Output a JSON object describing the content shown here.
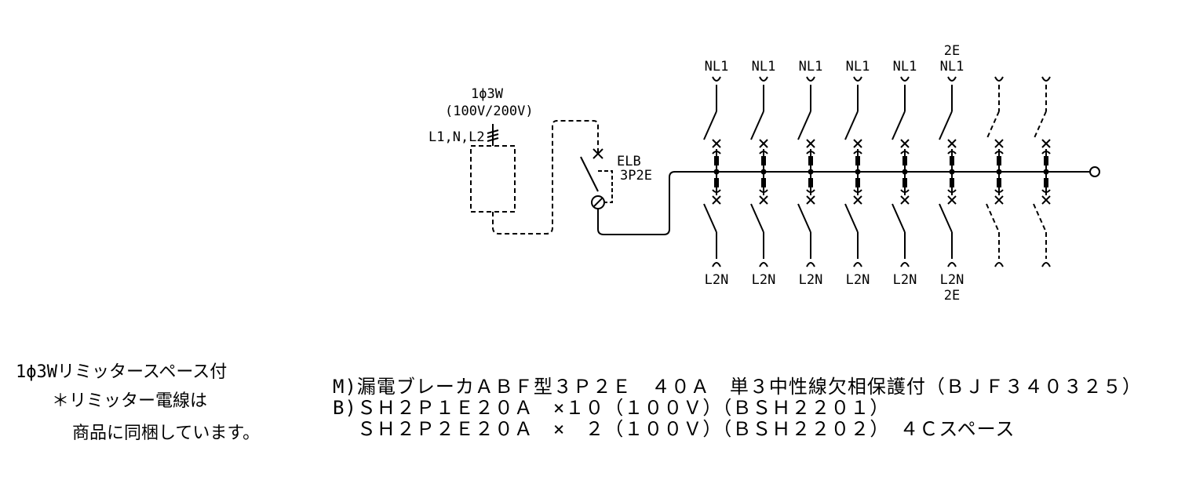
{
  "supply": {
    "phase_label": "1ϕ3W",
    "voltage_label": "(100V/200V)",
    "conductors_label": "L1,N,L2"
  },
  "main_breaker": {
    "type_label": "ELB",
    "poles_label": "3P2E"
  },
  "branches": [
    {
      "top": "NL1",
      "top2": "",
      "bottom": "L2N",
      "bottom2": "",
      "spare": false
    },
    {
      "top": "NL1",
      "top2": "",
      "bottom": "L2N",
      "bottom2": "",
      "spare": false
    },
    {
      "top": "NL1",
      "top2": "",
      "bottom": "L2N",
      "bottom2": "",
      "spare": false
    },
    {
      "top": "NL1",
      "top2": "",
      "bottom": "L2N",
      "bottom2": "",
      "spare": false
    },
    {
      "top": "NL1",
      "top2": "",
      "bottom": "L2N",
      "bottom2": "",
      "spare": false
    },
    {
      "top": "NL1",
      "top2": "2E",
      "bottom": "L2N",
      "bottom2": "2E",
      "spare": false
    },
    {
      "top": "",
      "top2": "",
      "bottom": "",
      "bottom2": "",
      "spare": true
    },
    {
      "top": "",
      "top2": "",
      "bottom": "",
      "bottom2": "",
      "spare": true
    }
  ],
  "notes": {
    "line1": "1ϕ3Wリミッタースペース付",
    "line2": "＊リミッター電線は",
    "line3": "商品に同梱しています。"
  },
  "specs": {
    "line1": "M)漏電ブレーカＡＢＦ型３Ｐ２Ｅ　４０Ａ　単３中性線欠相保護付（ＢＪＦ３４０３２５）",
    "line2": "B)ＳＨ２Ｐ１Ｅ２０Ａ　×１０（１００Ｖ）（ＢＳＨ２２０１）",
    "line3": "  ＳＨ２Ｐ２Ｅ２０Ａ　×　２（１００Ｖ）（ＢＳＨ２２０２）　４Ｃスペース"
  }
}
